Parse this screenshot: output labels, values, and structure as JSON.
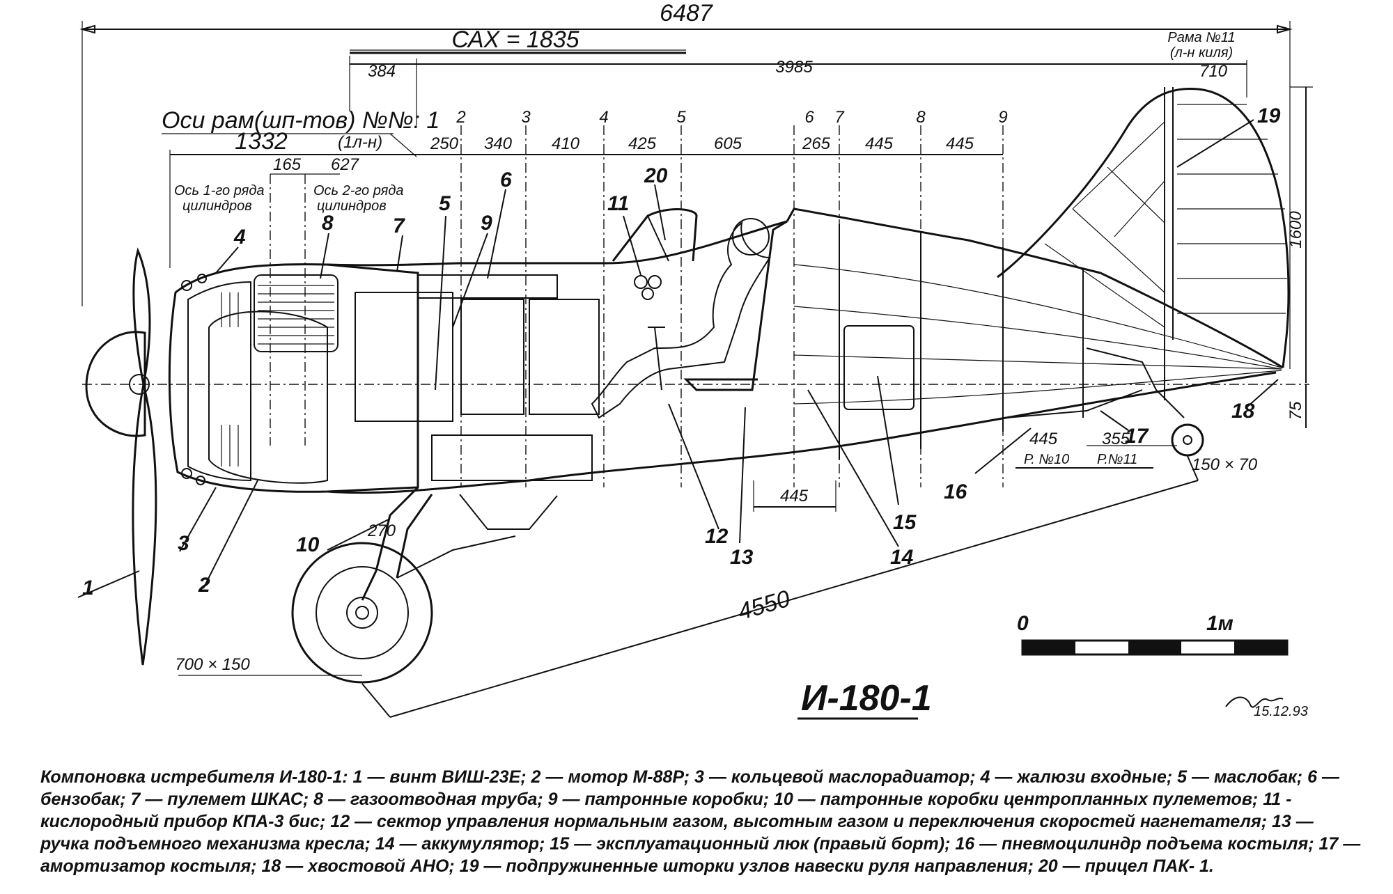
{
  "title": "И-180-1",
  "dimensions": {
    "overall_length": "6487",
    "sax": "САХ = 1835",
    "d384": "384",
    "d3985": "3985",
    "d1332": "1332",
    "d165": "165",
    "d627": "627",
    "d250": "250",
    "d340": "340",
    "d410": "410",
    "d425": "425",
    "d605": "605",
    "d265": "265",
    "d445a": "445",
    "d445b": "445",
    "d710": "710",
    "d1600": "1600",
    "d75": "75",
    "d445c": "445",
    "d445d": "445",
    "d355": "355",
    "d270": "270",
    "d4550": "4550"
  },
  "notes": {
    "frame_axes": "Оси рам(шп-тов) №№: 1",
    "frame_axes_sub": "(1л-н)",
    "cyl_row1_a": "Ось 1-го ряда",
    "cyl_row1_b": "цилиндров",
    "cyl_row2_a": "Ось 2-го ряда",
    "cyl_row2_b": "цилиндров",
    "frame11": "Рама №11",
    "frame11_sub": "(л-н киля)",
    "frame10_label": "Р. №10",
    "frame11_label": "Р.№11",
    "main_wheel": "700 × 150",
    "tail_wheel": "150 × 70"
  },
  "frame_numbers": [
    "2",
    "3",
    "4",
    "5",
    "6",
    "7",
    "8",
    "9"
  ],
  "callouts": [
    "1",
    "2",
    "3",
    "4",
    "5",
    "6",
    "7",
    "8",
    "9",
    "10",
    "11",
    "12",
    "13",
    "14",
    "15",
    "16",
    "17",
    "18",
    "19",
    "20"
  ],
  "scale_bar": {
    "start": "0",
    "end": "1м"
  },
  "signature": "15.12.93",
  "caption": "Компоновка истребителя И-180-1: 1 — винт ВИШ-23Е; 2 — мотор М-88Р; 3 — кольцевой маслорадиатор; 4 — жалюзи входные; 5 — маслобак; 6 — бензобак; 7 — пулемет ШКАС; 8 — газоотводная труба; 9 — патронные коробки; 10 — патронные коробки центропланных пулеметов; 11 - кислородный прибор КПА-3 бис; 12 — сектор управления нормальным газом, высотным газом и переключения скоростей нагнетателя; 13 — ручка подъемного механизма кресла; 14 — аккумулятор; 15 — эксплуатационный люк (правый борт); 16 — пневмоцилиндр подъема костыля; 17 — амортизатор костыля; 18 — хвостовой АНО; 19 — подпружиненные шторки узлов навески руля направления; 20 — прицел ПАК- 1."
}
